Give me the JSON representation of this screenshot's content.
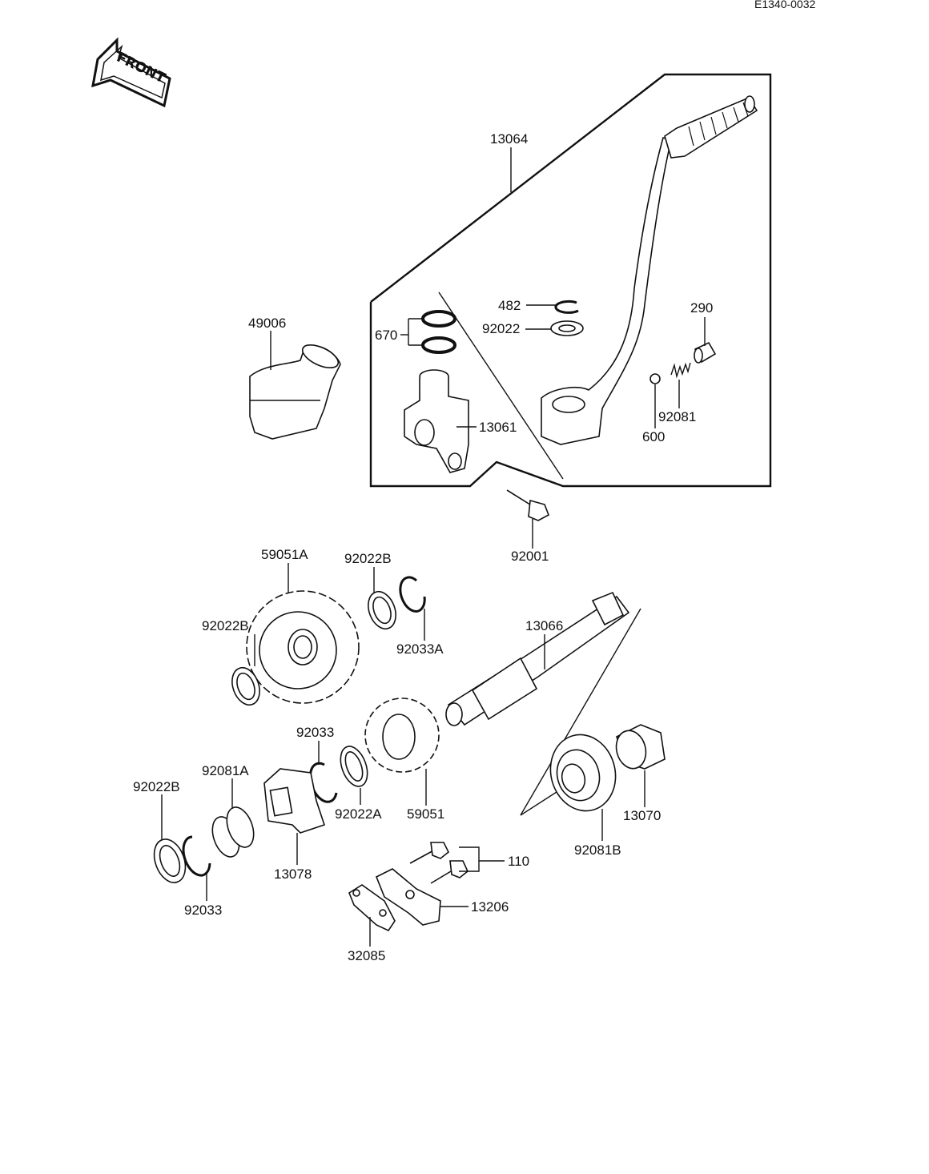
{
  "diagram_code": "E1340-0032",
  "front_label": "FRONT",
  "parts": {
    "kick_pedal_assy": "13064",
    "cover": "49006",
    "o_ring": "670",
    "circlip": "482",
    "washer_top": "92022",
    "spring_pin_cap": "290",
    "boss": "13061",
    "spring_small": "92081",
    "ball": "600",
    "bolt_pedal": "92001",
    "gear_large": "59051A",
    "washer_b_top": "92022B",
    "circlip_a": "92033A",
    "shaft": "13066",
    "washer_b_left": "92022B",
    "circlip_mid": "92033",
    "spring_a": "92081A",
    "washer_b_bottom": "92022B",
    "washer_a": "92022A",
    "gear_small": "59051",
    "ratchet": "13078",
    "circlip_bottom": "92033",
    "guide": "13070",
    "spring_b": "92081B",
    "bolt_plate": "110",
    "plate": "13206",
    "plate_small": "32085"
  }
}
